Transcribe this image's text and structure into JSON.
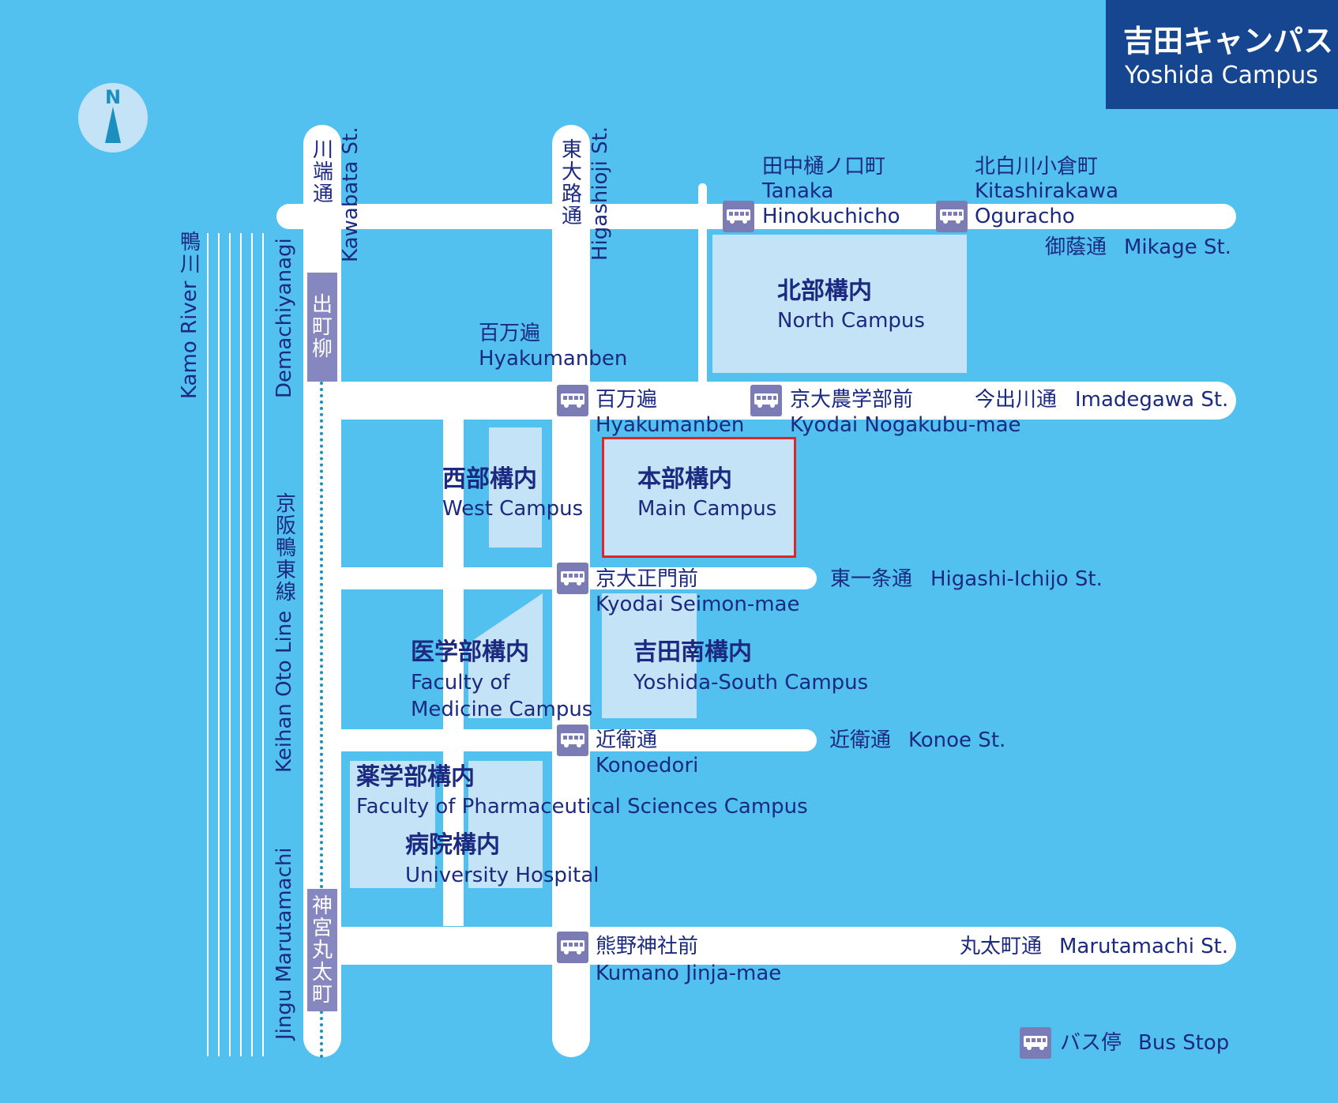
{
  "title": {
    "jp": "吉田キャンパス",
    "en": "Yoshida Campus"
  },
  "compass": {
    "letter": "N"
  },
  "river": {
    "jp": "鴨川",
    "en": "Kamo River"
  },
  "streets": {
    "kawabata": {
      "jp": "川端通",
      "en": "Kawabata St."
    },
    "higashioji": {
      "jp": "東大路通",
      "en": "Higashioji St."
    },
    "mikage": {
      "jp": "御蔭通",
      "en": "Mikage St."
    },
    "imadegawa": {
      "jp": "今出川通",
      "en": "Imadegawa St."
    },
    "higashi_ichijo": {
      "jp": "東一条通",
      "en": "Higashi-Ichijo St."
    },
    "konoe": {
      "jp": "近衛通",
      "en": "Konoe St."
    },
    "marutamachi": {
      "jp": "丸太町通",
      "en": "Marutamachi St."
    }
  },
  "rail": {
    "line_jp": "京阪鴨東線",
    "line_en": "Keihan Oto Line",
    "stations": [
      {
        "jp": "出町柳",
        "en": "Demachiyanagi"
      },
      {
        "jp": "神宮丸太町",
        "en": "Jingu Marutamachi"
      }
    ]
  },
  "bus_stops": {
    "tanaka": {
      "jp": "田中樋ノ口町",
      "en1": "Tanaka",
      "en2": "Hinokuchicho"
    },
    "kitashirakawa": {
      "jp": "北白川小倉町",
      "en1": "Kitashirakawa",
      "en2": "Oguracho"
    },
    "hyakumanben": {
      "jp": "百万遍",
      "en": "Hyakumanben"
    },
    "nogakubu": {
      "jp": "京大農学部前",
      "en": "Kyodai Nogakubu-mae"
    },
    "seimon": {
      "jp": "京大正門前",
      "en": "Kyodai Seimon-mae"
    },
    "konoedori": {
      "jp": "近衛通",
      "en": "Konoedori"
    },
    "kumano": {
      "jp": "熊野神社前",
      "en": "Kumano Jinja-mae"
    }
  },
  "place_labels": {
    "hyakumanben_area": {
      "jp": "百万遍",
      "en": "Hyakumanben"
    }
  },
  "campuses": {
    "north": {
      "jp": "北部構内",
      "en": "North Campus"
    },
    "main": {
      "jp": "本部構内",
      "en": "Main Campus",
      "highlighted": true
    },
    "west": {
      "jp": "西部構内",
      "en": "West Campus"
    },
    "medicine": {
      "jp": "医学部構内",
      "en1": "Faculty of",
      "en2": "Medicine Campus"
    },
    "south": {
      "jp": "吉田南構内",
      "en": "Yoshida-South Campus"
    },
    "pharma": {
      "jp": "薬学部構内",
      "en": "Faculty of Pharmaceutical Sciences Campus"
    },
    "hospital": {
      "jp": "病院構内",
      "en": "University Hospital"
    }
  },
  "legend": {
    "jp": "バス停",
    "en": "Bus Stop",
    "icon": "bus-icon"
  },
  "colors": {
    "background": "#52c1ef",
    "road": "#ffffff",
    "campus": "#c4e3f6",
    "text": "#1b2a80",
    "title_bg": "#15468f",
    "station_bg": "#8787bf",
    "highlight": "#e0242a"
  }
}
